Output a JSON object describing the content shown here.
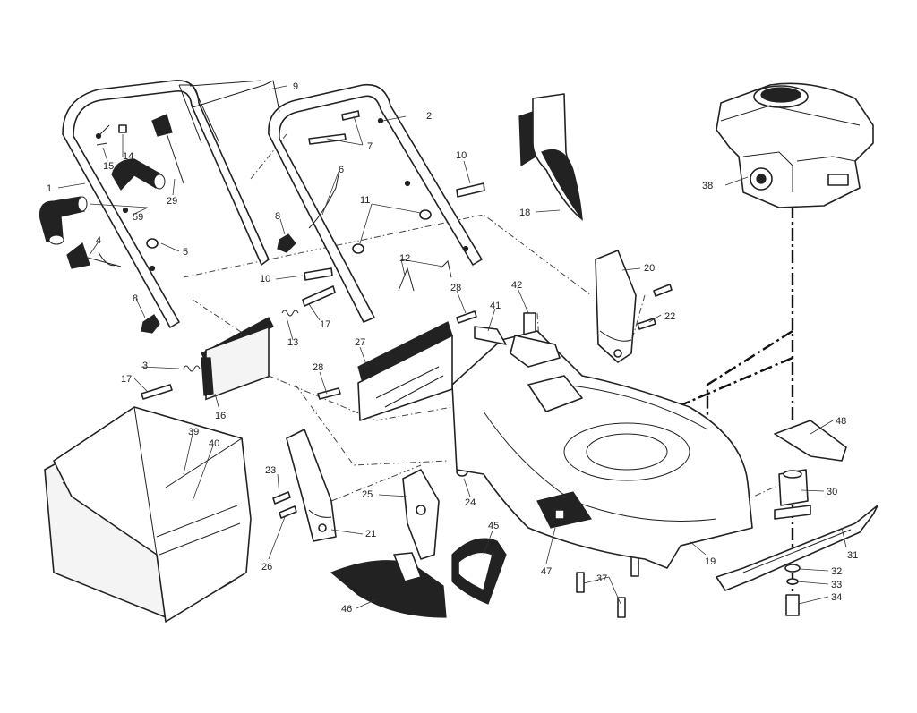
{
  "callouts": [
    {
      "id": "1",
      "text": "1"
    },
    {
      "id": "2",
      "text": "2"
    },
    {
      "id": "3",
      "text": "3"
    },
    {
      "id": "4",
      "text": "4"
    },
    {
      "id": "5",
      "text": "5"
    },
    {
      "id": "6",
      "text": "6"
    },
    {
      "id": "7",
      "text": "7"
    },
    {
      "id": "8a",
      "text": "8"
    },
    {
      "id": "8b",
      "text": "8"
    },
    {
      "id": "9",
      "text": "9"
    },
    {
      "id": "10a",
      "text": "10"
    },
    {
      "id": "10b",
      "text": "10"
    },
    {
      "id": "11",
      "text": "11"
    },
    {
      "id": "12",
      "text": "12"
    },
    {
      "id": "13",
      "text": "13"
    },
    {
      "id": "14",
      "text": "14"
    },
    {
      "id": "15",
      "text": "15"
    },
    {
      "id": "16",
      "text": "16"
    },
    {
      "id": "17a",
      "text": "17"
    },
    {
      "id": "17b",
      "text": "17"
    },
    {
      "id": "18",
      "text": "18"
    },
    {
      "id": "19",
      "text": "19"
    },
    {
      "id": "20",
      "text": "20"
    },
    {
      "id": "21",
      "text": "21"
    },
    {
      "id": "22",
      "text": "22"
    },
    {
      "id": "23",
      "text": "23"
    },
    {
      "id": "24",
      "text": "24"
    },
    {
      "id": "25",
      "text": "25"
    },
    {
      "id": "26",
      "text": "26"
    },
    {
      "id": "27",
      "text": "27"
    },
    {
      "id": "28a",
      "text": "28"
    },
    {
      "id": "28b",
      "text": "28"
    },
    {
      "id": "29",
      "text": "29"
    },
    {
      "id": "30",
      "text": "30"
    },
    {
      "id": "31",
      "text": "31"
    },
    {
      "id": "32",
      "text": "32"
    },
    {
      "id": "33",
      "text": "33"
    },
    {
      "id": "34",
      "text": "34"
    },
    {
      "id": "37",
      "text": "37"
    },
    {
      "id": "38",
      "text": "38"
    },
    {
      "id": "39",
      "text": "39"
    },
    {
      "id": "40",
      "text": "40"
    },
    {
      "id": "41",
      "text": "41"
    },
    {
      "id": "42",
      "text": "42"
    },
    {
      "id": "45",
      "text": "45"
    },
    {
      "id": "46",
      "text": "46"
    },
    {
      "id": "47",
      "text": "47"
    },
    {
      "id": "48",
      "text": "48"
    },
    {
      "id": "59",
      "text": "59"
    }
  ]
}
